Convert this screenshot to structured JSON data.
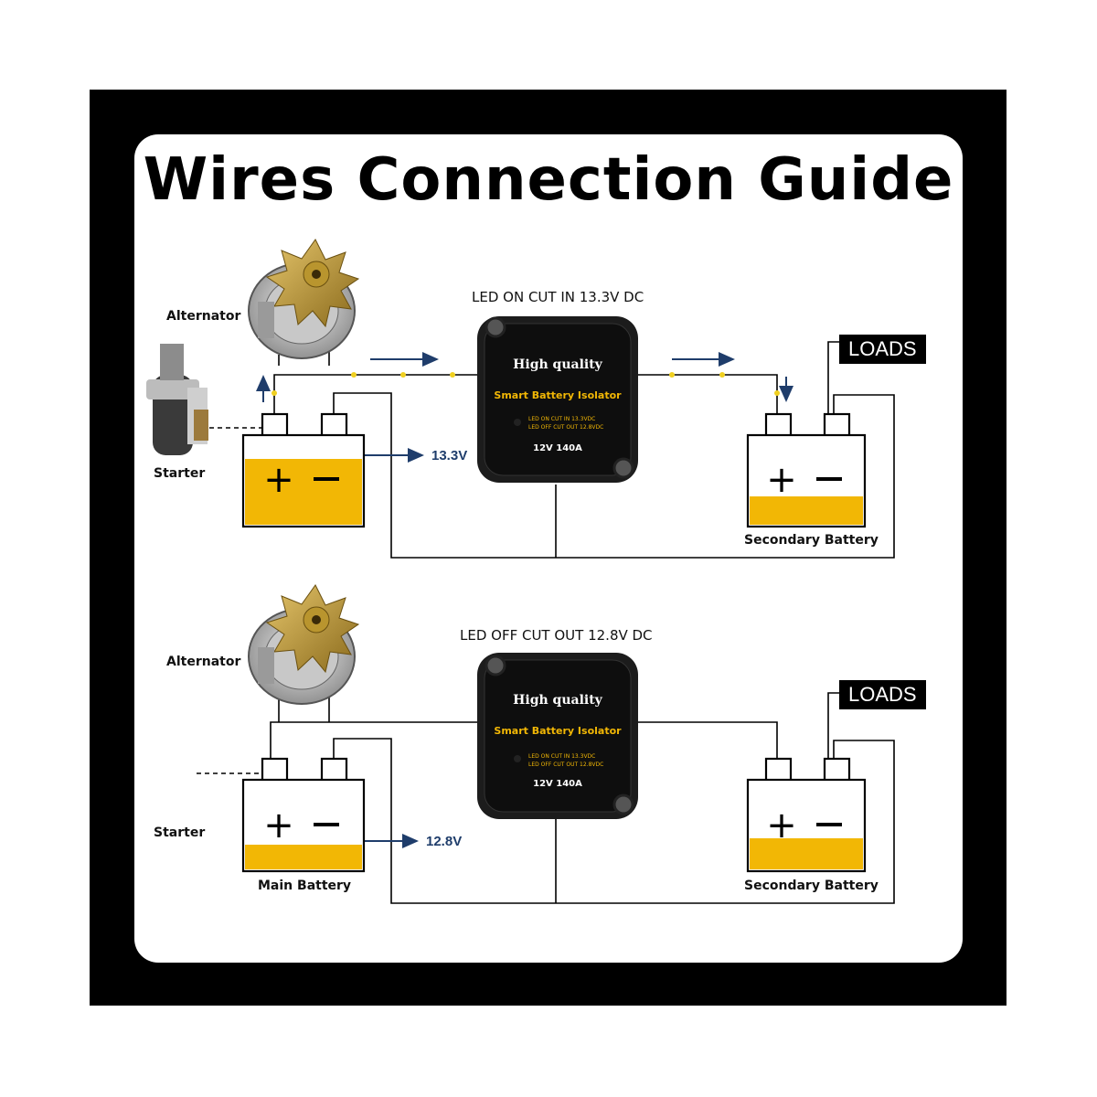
{
  "title": "Wires Connection Guide",
  "diagram_top": {
    "caption": "LED ON CUT IN 13.3V DC",
    "alternator_label": "Alternator",
    "starter_label": "Starter",
    "voltage_label": "13.3V",
    "loads_label": "LOADS",
    "secondary_label": "Secondary Battery",
    "isolator": {
      "line1": "High quality",
      "line2": "Smart Battery Isolator",
      "line3": "LED ON CUT IN 13.3VDC",
      "line4": "LED OFF CUT OUT 12.8VDC",
      "rating": "12V 140A"
    },
    "main_charge_level": 0.75,
    "secondary_charge_level": 0.32
  },
  "diagram_bottom": {
    "caption": "LED OFF CUT OUT 12.8V DC",
    "alternator_label": "Alternator",
    "starter_label": "Starter",
    "voltage_label": "12.8V",
    "loads_label": "LOADS",
    "main_label": "Main Battery",
    "secondary_label": "Secondary Battery",
    "isolator": {
      "line1": "High quality",
      "line2": "Smart Battery Isolator",
      "line3": "LED ON CUT IN 13.3VDC",
      "line4": "LED OFF CUT OUT 12.8VDC",
      "rating": "12V 140A"
    },
    "main_charge_level": 0.28,
    "secondary_charge_level": 0.35
  },
  "colors": {
    "frame": "#000000",
    "battery_fill": "#f2b705",
    "arrow": "#1f3d6b",
    "wire_dot": "#f0d020"
  }
}
